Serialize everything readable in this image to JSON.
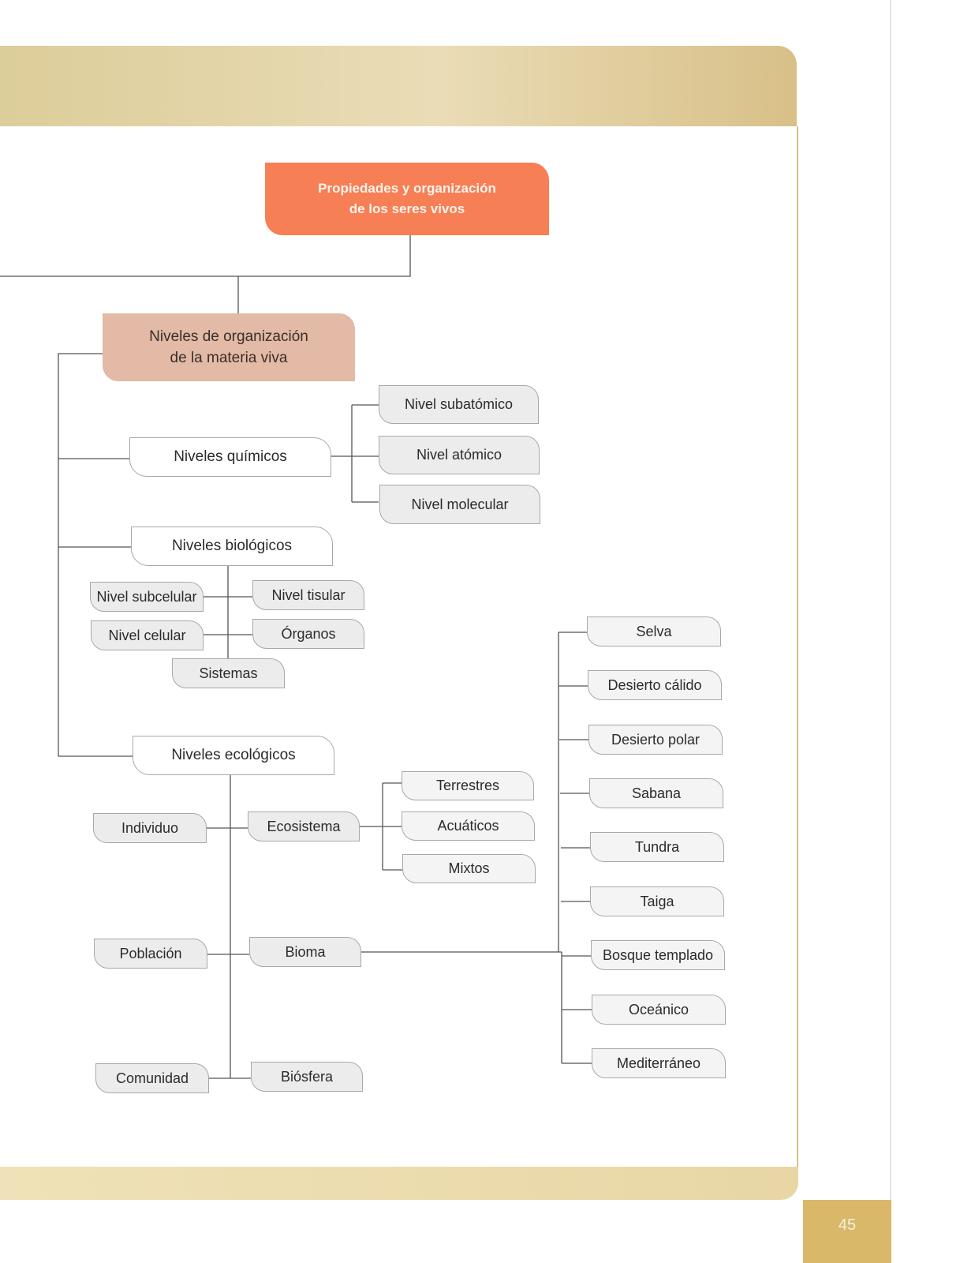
{
  "page": {
    "number": "45"
  },
  "diagram": {
    "root": "Propiedades y organización\nde los seres vivos",
    "main": "Niveles de organización\nde la materia viva",
    "quimicos": {
      "label": "Niveles químicos",
      "children": [
        "Nivel subatómico",
        "Nivel atómico",
        "Nivel molecular"
      ]
    },
    "biologicos": {
      "label": "Niveles biológicos",
      "children": [
        "Nivel subcelular",
        "Nivel tisular",
        "Nivel celular",
        "Órganos",
        "Sistemas"
      ]
    },
    "ecologicos": {
      "label": "Niveles ecológicos",
      "children": [
        "Individuo",
        "Ecosistema",
        "Población",
        "Bioma",
        "Comunidad",
        "Biósfera"
      ],
      "ecosistemas": [
        "Terrestres",
        "Acuáticos",
        "Mixtos"
      ],
      "biomas": [
        "Selva",
        "Desierto cálido",
        "Desierto polar",
        "Sabana",
        "Tundra",
        "Taiga",
        "Bosque templado",
        "Oceánico",
        "Mediterráneo"
      ]
    }
  },
  "colors": {
    "root": "#f77f56",
    "main": "#e2baa5",
    "band": "#e8d6a5",
    "page_tab": "#d9b86a",
    "connector": "#555555"
  }
}
